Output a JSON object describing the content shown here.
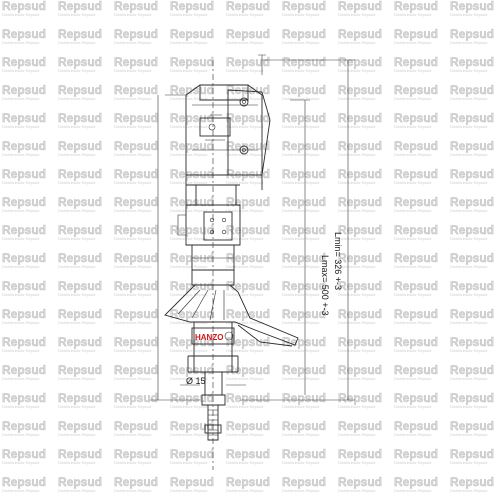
{
  "watermark": {
    "text": "Repsud",
    "subtext": "Distribuidora Repsud",
    "color": "#d8d8d8"
  },
  "diagram": {
    "brand_logo": "HANZO",
    "brand_color": "#d01818",
    "dimensions": {
      "lmax": "Lmax= 500 +-3",
      "lmin": "Lmin= 326 +-3",
      "diameter": "Ø 15"
    }
  }
}
